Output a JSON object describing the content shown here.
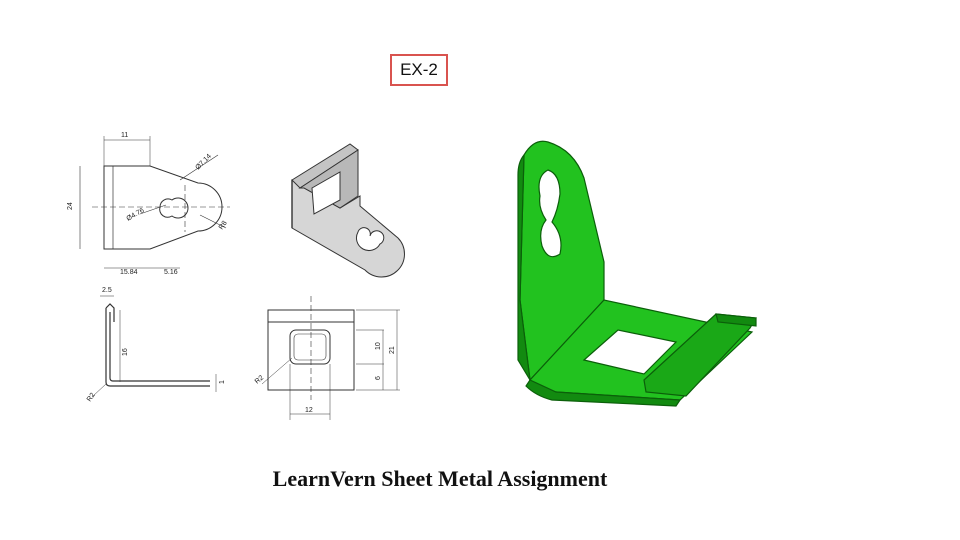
{
  "exercise_label": "EX-2",
  "footer_title": "LearnVern Sheet Metal Assignment",
  "dimensions": {
    "top_view": {
      "width_top": "11",
      "height": "24",
      "dia_large": "Ø7.14",
      "dia_small": "Ø4.76",
      "radius": "R8",
      "len_a": "15.84",
      "len_b": "5.16"
    },
    "side_view": {
      "flange": "2.5",
      "height": "16",
      "radius": "R2",
      "thickness": "1"
    },
    "front_view": {
      "radius": "R2",
      "h1": "10",
      "h2": "6",
      "h3": "21",
      "width": "12"
    }
  },
  "colors": {
    "model": "#22c21f",
    "model_dark": "#128a10",
    "model_edge": "#0b5f0a",
    "label_border": "#d9534f"
  }
}
